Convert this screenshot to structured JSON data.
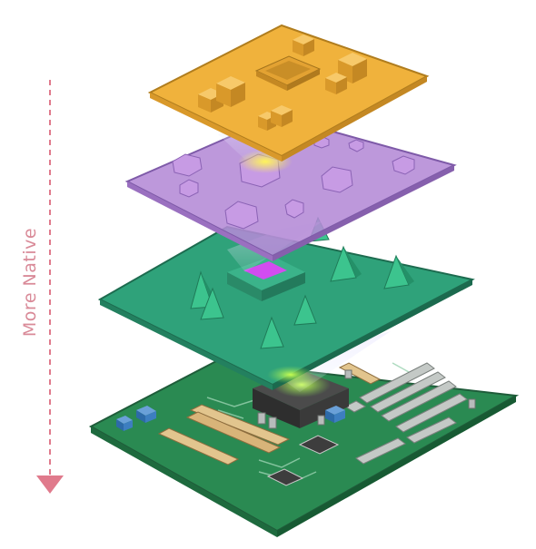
{
  "axis": {
    "label": "More Native",
    "arrow_color": "#e07a8c"
  },
  "layers": [
    {
      "name": "top-orange-layer",
      "color": "#f0b23c"
    },
    {
      "name": "purple-layer",
      "color": "#b48ad6"
    },
    {
      "name": "green-terrain-layer",
      "color": "#2fa27a"
    },
    {
      "name": "motherboard-layer",
      "color": "#2a8a52"
    }
  ],
  "colors": {
    "glow_yellow": "#fff45a",
    "glow_purple": "#d24cf0",
    "glow_green": "#9cff3a"
  }
}
